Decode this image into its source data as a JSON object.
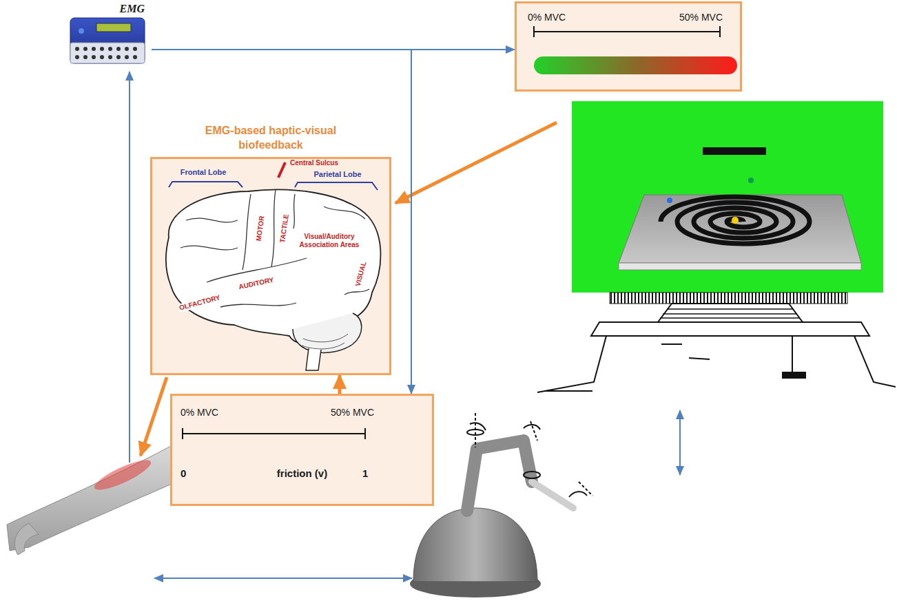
{
  "diagram": {
    "nodes": [
      {
        "text": [
          "EMG"
        ]
      },
      {
        "text": [
          "0% MVC",
          "50% MVC"
        ]
      },
      {
        "text": [
          "EMG-based haptic-visual biofeedback"
        ]
      },
      {
        "text": [
          "0% MVC",
          "50% MVC",
          "0",
          "friction (v)",
          "1"
        ]
      }
    ],
    "edges": [
      {
        "from": 0,
        "to": 1,
        "arrow": "to"
      },
      {
        "from": 0,
        "to": 3,
        "arrow": "to"
      },
      {
        "from": 3,
        "to": 2,
        "arrow": "to"
      }
    ],
    "labels": [
      "Frontal Lobe",
      "Central Sulcus",
      "Parietal Lobe",
      "MOTOR",
      "TACTILE",
      "Visual/Auditory Association Areas",
      "AUDITORY",
      "VISUAL",
      "OLFACTORY"
    ]
  }
}
